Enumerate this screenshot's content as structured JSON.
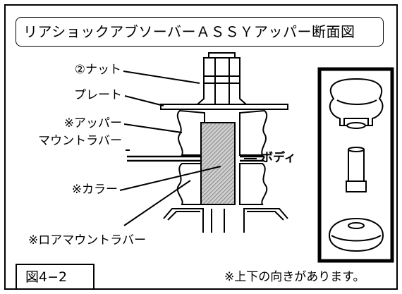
{
  "title": "リアショックアブソーバーＡＳＳＹアッパー断面図",
  "labels": {
    "nut": "②ナット",
    "plate": "プレート",
    "upper_mount_line1": "※アッパー",
    "upper_mount_line2": "マウントラバー",
    "body": "ボディ",
    "collar": "※カラー",
    "lower_mount": "※ロアマウントラバー"
  },
  "figure_number": "図4−2",
  "note": "※上下の向きがあります。",
  "colors": {
    "line": "#000000",
    "hatch": "#888888",
    "background": "#ffffff"
  }
}
